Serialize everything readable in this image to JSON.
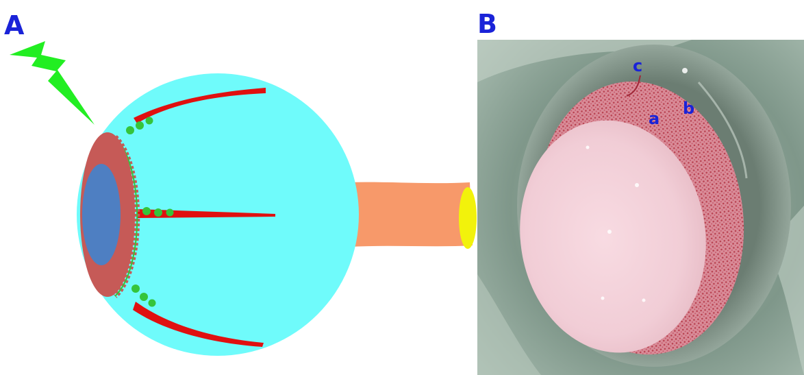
{
  "panels": [
    {
      "id": "A",
      "label": "A",
      "kind": "schematic"
    },
    {
      "id": "B",
      "label": "B",
      "kind": "photograph"
    }
  ],
  "photo_annotations": [
    "a",
    "b",
    "c"
  ],
  "colors": {
    "label_blue": "#1a23d8",
    "eyeball": "#6ffbfb",
    "vessel_red": "#e01010",
    "node_green": "#35c43b",
    "lightning": "#22ee22",
    "iris_rim": "#c65a57",
    "pupil": "#4e7fc2",
    "optic_nerve": "#f7996a",
    "nerve_end": "#f2f20b"
  },
  "icons": [
    "lightning-bolt-icon"
  ]
}
